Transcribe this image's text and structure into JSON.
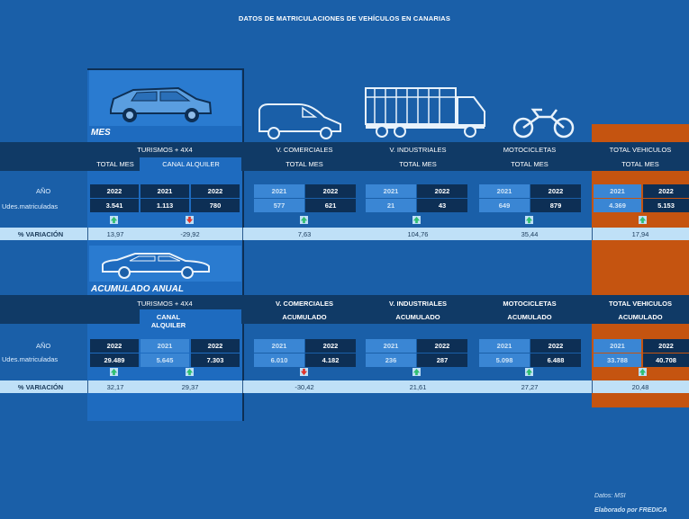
{
  "title": "DATOS DE MATRICULACIONES DE VEHÍCULOS EN CANARIAS",
  "mes": {
    "label": "MES",
    "headers": {
      "turismos": "TURISMOS + 4X4",
      "comerciales": "V. COMERCIALES",
      "industriales": "V. INDUSTRIALES",
      "motos": "MOTOCICLETAS",
      "total": "TOTAL VEHICULOS"
    },
    "sub": {
      "total_mes": "TOTAL MES",
      "canal": "CANAL ALQUILER"
    },
    "row_anio": "AÑO",
    "row_udes": "Udes.matriculadas",
    "row_var": "% VARIACIÓN",
    "years": {
      "y1": "2021",
      "y2": "2022"
    },
    "tur_total": {
      "y2022": "3.541",
      "var": "13,97"
    },
    "tur_canal": {
      "y2021": "1.113",
      "y2022": "780",
      "var": "-29,92"
    },
    "com": {
      "y2021": "577",
      "y2022": "621",
      "var": "7,63"
    },
    "ind": {
      "y2021": "21",
      "y2022": "43",
      "var": "104,76"
    },
    "mot": {
      "y2021": "649",
      "y2022": "879",
      "var": "35,44"
    },
    "tot": {
      "y2021": "4.369",
      "y2022": "5.153",
      "var": "17,94"
    }
  },
  "acu": {
    "label": "ACUMULADO ANUAL",
    "sub": {
      "canal": "CANAL ALQUILER",
      "acumulado": "ACUMULADO"
    },
    "tur_total": {
      "y2022": "29.489",
      "var": "32,17"
    },
    "tur_canal": {
      "y2021": "5.645",
      "y2022": "7.303",
      "var": "29,37"
    },
    "com": {
      "y2021": "6.010",
      "y2022": "4.182",
      "var": "-30,42"
    },
    "ind": {
      "y2021": "236",
      "y2022": "287",
      "var": "21,61"
    },
    "mot": {
      "y2021": "5.098",
      "y2022": "6.488",
      "var": "27,27"
    },
    "tot": {
      "y2021": "33.788",
      "y2022": "40.708",
      "var": "20,48"
    }
  },
  "footer": {
    "datos": "Datos: MSI",
    "elaborado": "Elaborado por  FREDICA"
  },
  "colors": {
    "up": "#2fbf71",
    "down": "#e0342b",
    "orange": "#c55410"
  }
}
